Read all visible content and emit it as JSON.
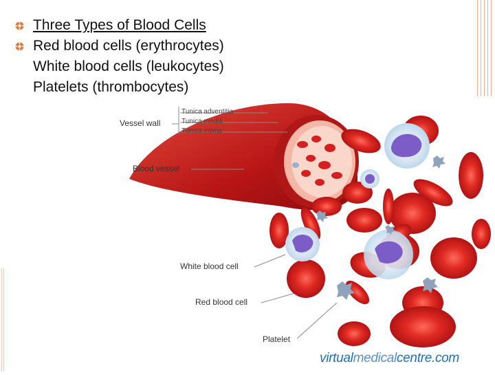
{
  "bullets": {
    "title": "Three Types of Blood Cells",
    "items": [
      "Red blood cells (erythrocytes)",
      "White blood cells (leukocytes)",
      "Platelets (thrombocytes)"
    ]
  },
  "diagram": {
    "vessel_wall": "Vessel wall",
    "tunica_adventitia": "Tunica adventitia",
    "tunica_media": "Tunica media",
    "tunica_intima": "Tunica intima",
    "blood_vessel": "Blood vessel",
    "white_blood_cell": "White blood cell",
    "red_blood_cell": "Red blood cell",
    "platelet": "Platelet"
  },
  "watermark": {
    "part1": "virtual",
    "part2": "medical",
    "part3": "centre.com"
  },
  "colors": {
    "rbc": "#d11f1f",
    "rbc_light": "#ff5a4d",
    "vessel": "#c41a1a",
    "wbc": "#8a6fd0",
    "platelet": "#8fa3bd",
    "bullet": "#e07a3a"
  }
}
